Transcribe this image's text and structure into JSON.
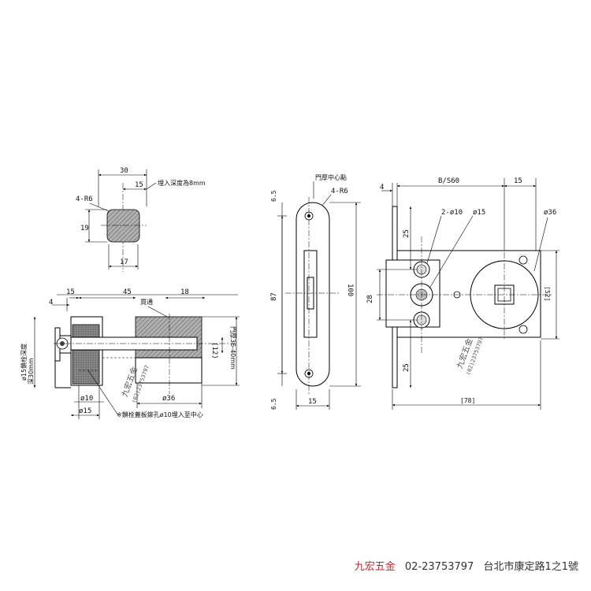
{
  "top_view": {
    "dim_width": "30",
    "dim_half": "15",
    "note_embed": "埋入深度為8mm",
    "radius": "4-R6",
    "dim_height": "19",
    "dim_bottom": "17"
  },
  "side_view": {
    "dim_4": "4",
    "dim_15": "15",
    "dim_45": "45",
    "dim_18": "18",
    "label_through": "貫通",
    "dim_12": "(12)",
    "door_thickness": "門厚36-40mm",
    "dim_phi10": "ø10",
    "dim_phi36": "ø36",
    "dim_phi15": "ø15",
    "left_note_1": "ø15鎖栓深度",
    "left_note_2": "深30mm",
    "bottom_note": "※鎖栓蓋板鉚孔ø10埋入至中心"
  },
  "strike_view": {
    "label_center": "門厚中心點",
    "radius": "4-R6",
    "dim_top": "6.5",
    "dim_87": "87",
    "dim_100": "100",
    "dim_bottom": "6.5",
    "dim_width": "15"
  },
  "lock_view": {
    "dim_4": "4",
    "dim_bs": "B/S60",
    "dim_15": "15",
    "holes": "2-ø10",
    "dim_phi15": "ø15",
    "dim_phi36": "ø36",
    "dim_25_top": "25",
    "dim_28": "28",
    "dim_52": "[52]",
    "dim_25_bottom": "25",
    "dim_78": "[78]"
  },
  "watermark": {
    "name": "九宏五金",
    "phone": "(02)23753797"
  },
  "footer": {
    "brand": "九宏五金",
    "phone": "02-23753797",
    "address": "台北市康定路1之1號"
  }
}
